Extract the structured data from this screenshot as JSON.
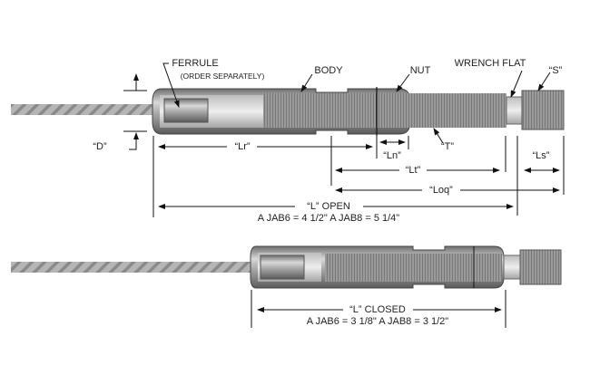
{
  "labels": {
    "ferrule": "FERRULE",
    "ferrule_note": "(ORDER SEPARATELY)",
    "body": "BODY",
    "nut": "NUT",
    "wrench_flat": "WRENCH FLAT",
    "s": "“S”",
    "d": "“D”",
    "lr": "“Lr”",
    "ln": "“Ln”",
    "t": "“T”",
    "lt": "“Lt”",
    "ls": "“Ls”",
    "loq": "“Loq”",
    "l_open": "“L” OPEN",
    "l_open_values": "A JAB6 = 4 1/2\"  A JAB8 = 5 1/4\"",
    "l_closed": "“L” CLOSED",
    "l_closed_values": "A JAB6 = 3 1/8\"  A JAB8 = 3 1/2\""
  }
}
